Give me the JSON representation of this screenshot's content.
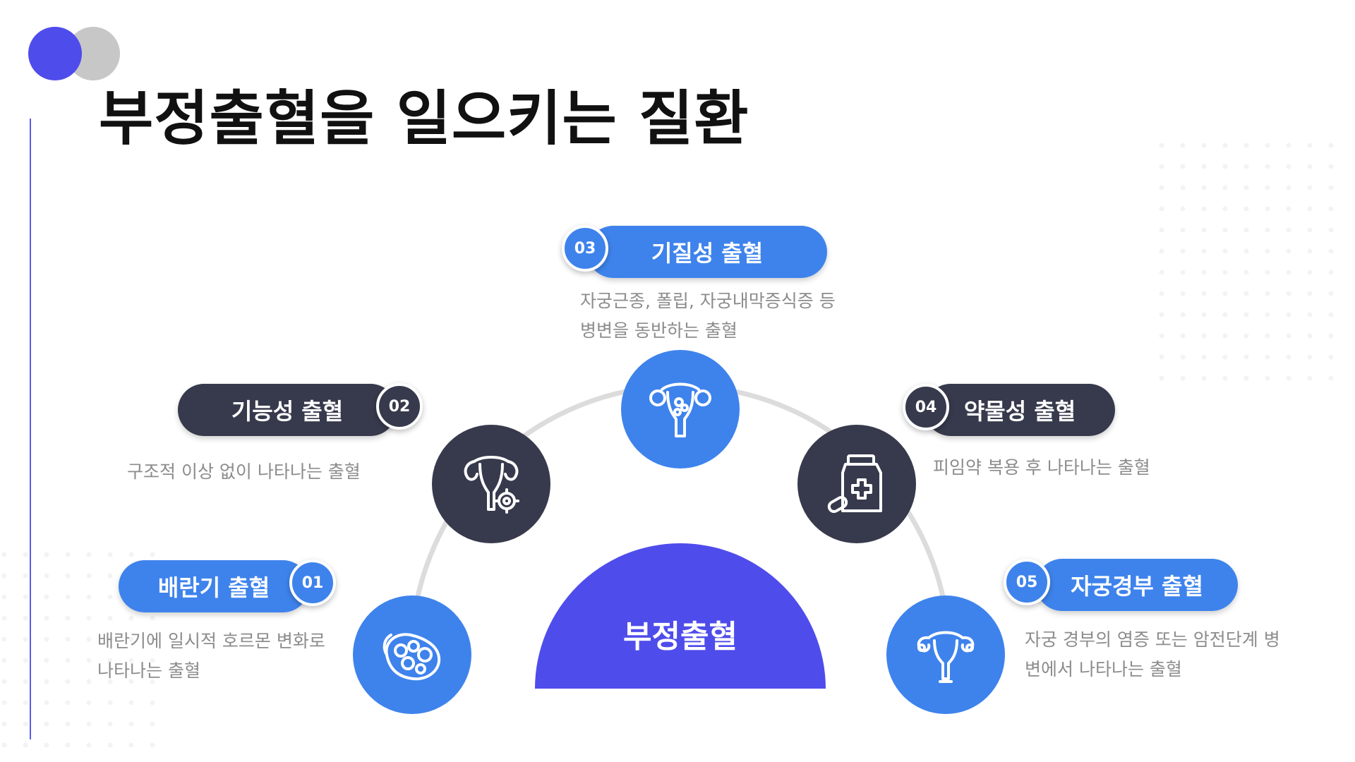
{
  "title": "부정출혈을 일으키는 질환",
  "center_label": "부정출혈",
  "items": [
    {
      "num": "01",
      "label": "배란기 출혈",
      "desc_lines": [
        "배란기에 일시적 호르몬 변화로",
        "나타나는 출혈"
      ],
      "icon": "ovary-icon"
    },
    {
      "num": "02",
      "label": "기능성 출혈",
      "desc_lines": [
        "구조적 이상 없이 나타나는 출혈"
      ],
      "icon": "uterus-gear-icon"
    },
    {
      "num": "03",
      "label": "기질성 출혈",
      "desc_lines": [
        "자궁근종, 폴립, 자궁내막증식증 등",
        "병변을 동반하는 출혈"
      ],
      "icon": "uterus-lesion-icon"
    },
    {
      "num": "04",
      "label": "약물성 출혈",
      "desc_lines": [
        "피임약 복용 후 나타나는 출혈"
      ],
      "icon": "medicine-bottle-icon"
    },
    {
      "num": "05",
      "label": "자궁경부 출혈",
      "desc_lines": [
        "자궁 경부의 염증 또는 암전단계 병",
        "변에서 나타나는 출혈"
      ],
      "icon": "cervix-icon"
    }
  ],
  "colors": {
    "accent": "#4F4CEC",
    "blue": "#3E83EC",
    "dark": "#373A4C",
    "gray": "#C7C7C7",
    "text_muted": "#8C8C8C"
  }
}
